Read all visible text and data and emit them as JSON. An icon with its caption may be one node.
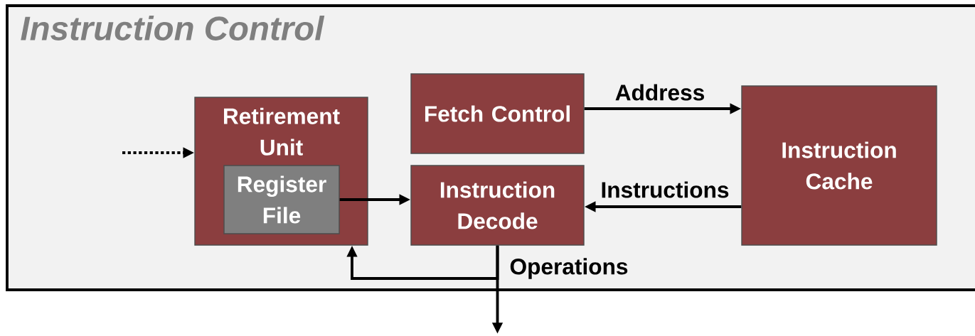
{
  "diagram": {
    "nodes": [
      {
        "text": [
          "Instruction Control"
        ]
      },
      {
        "text": [
          "Retirement Unit"
        ],
        "in": 0
      },
      {
        "text": [
          "Register File"
        ],
        "in": 1
      },
      {
        "text": [
          "Fetch Control"
        ],
        "in": 0
      },
      {
        "text": [
          "Instruction Decode"
        ],
        "in": 0
      },
      {
        "text": [
          "Instruction Cache"
        ],
        "in": 0
      }
    ],
    "edges": [
      {
        "from": null,
        "to": 1,
        "arrow": "to",
        "style": "dashed"
      },
      {
        "from": 3,
        "to": 5,
        "arrow": "to",
        "label": "Address"
      },
      {
        "from": 5,
        "to": 4,
        "arrow": "to",
        "label": "Instructions"
      },
      {
        "from": 2,
        "to": 4,
        "arrow": "to"
      },
      {
        "from": 4,
        "to": null,
        "arrow": "to",
        "label": "Operations"
      },
      {
        "from": 4,
        "to": 1,
        "arrow": "to"
      }
    ]
  }
}
